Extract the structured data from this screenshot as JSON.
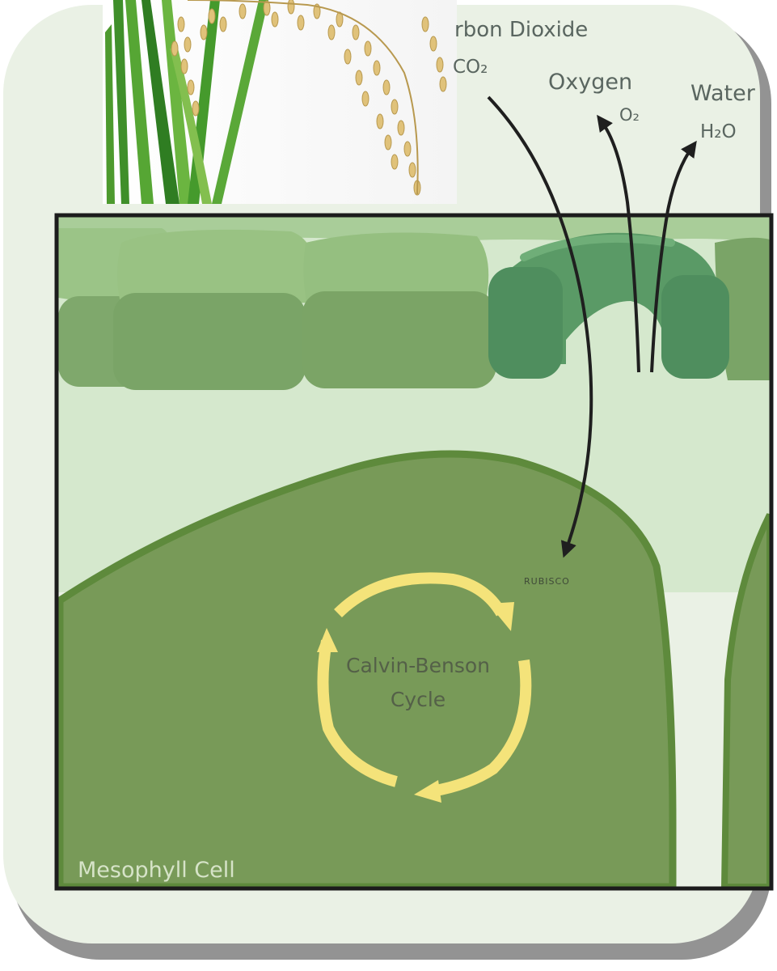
{
  "labels": {
    "co2_title": "rbon Dioxide",
    "co2": "CO₂",
    "o2_title": "Oxygen",
    "o2": "O₂",
    "h2o_title": "Water",
    "h2o": "H₂O",
    "rubisco": "RUBISCO",
    "cycle_line1": "Calvin-Benson",
    "cycle_line2": "Cycle",
    "cell": "Mesophyll Cell"
  },
  "colors": {
    "background": "#eaf1e5",
    "frame_border": "#1c1c1c",
    "intercellular_space": "#d5e8cd",
    "epidermis_top": "#a9cd99",
    "epidermis_cells": "#7fa86c",
    "guard_cells": "#4f8e5e",
    "mesophyll_cell": "#789a58",
    "mesophyll_edge": "#5e8a3c",
    "cycle_arrows": "#f4e37a",
    "gas_arrows": "#1f1f1f"
  }
}
